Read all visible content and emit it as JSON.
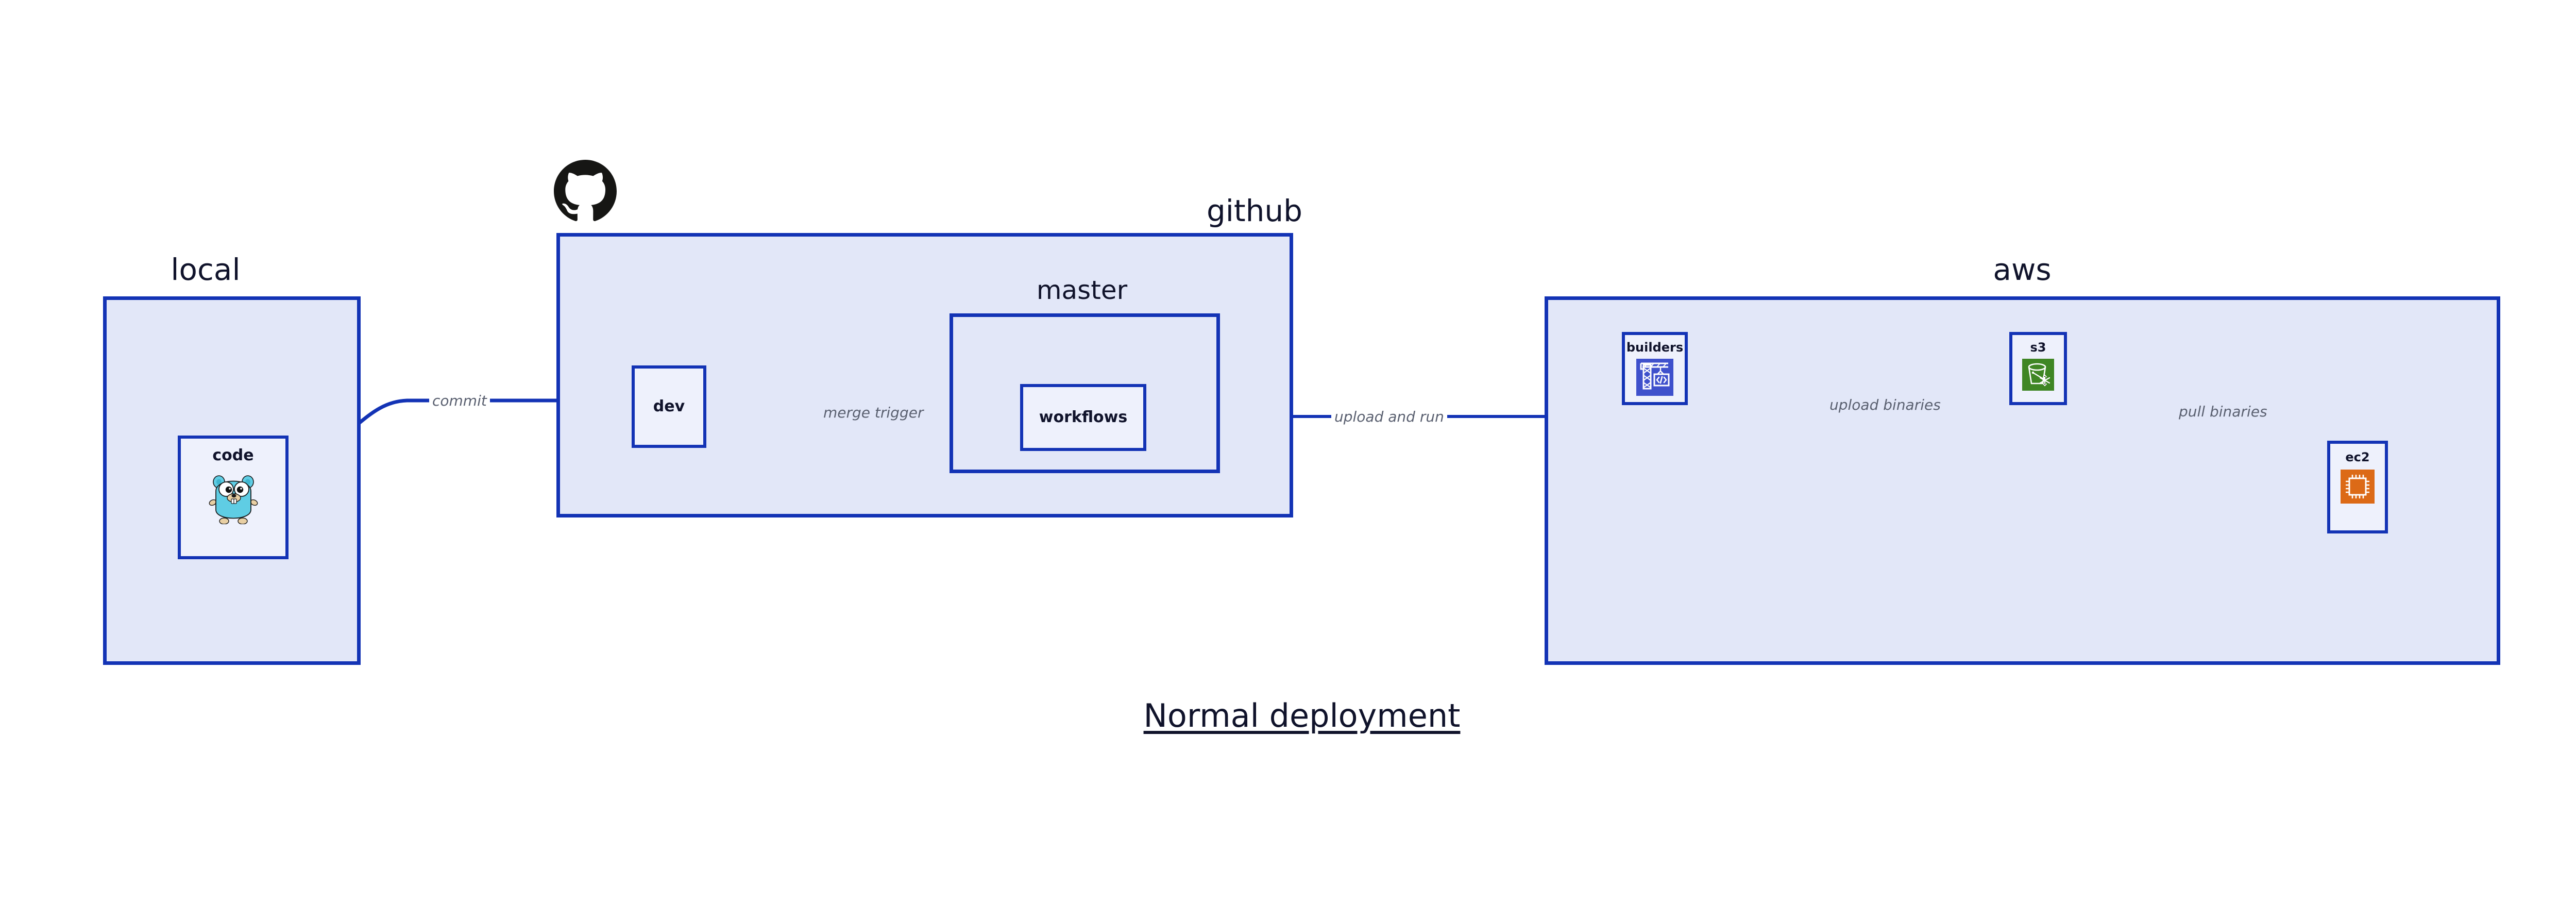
{
  "diagram": {
    "title": "Normal deployment",
    "colors": {
      "group_border": "#1333b5",
      "group_fill": "#e2e7f8",
      "node_border": "#1333b5",
      "node_fill": "#eef1fc",
      "edge_stroke": "#1333b5",
      "edge_label_text": "#5a6070",
      "title_text": "#10132b",
      "builders_icon_bg": "#3f51cc",
      "s3_icon_bg": "#3f8624",
      "ec2_icon_bg": "#dc6a17",
      "gopher_body": "#5fcde4",
      "github_logo": "#161614"
    }
  },
  "groups": [
    {
      "id": "local",
      "label": "local"
    },
    {
      "id": "github",
      "label": "github"
    },
    {
      "id": "master",
      "label": "master"
    },
    {
      "id": "aws",
      "label": "aws"
    }
  ],
  "nodes": [
    {
      "id": "code",
      "label": "code",
      "icon": "go-gopher-icon"
    },
    {
      "id": "dev",
      "label": "dev",
      "icon": null
    },
    {
      "id": "workflows",
      "label": "workflows",
      "icon": null
    },
    {
      "id": "builders",
      "label": "builders",
      "icon": "aws-crane-builders-icon"
    },
    {
      "id": "s3",
      "label": "s3",
      "icon": "aws-s3-bucket-icon"
    },
    {
      "id": "ec2",
      "label": "ec2",
      "icon": "aws-ec2-chip-icon"
    }
  ],
  "edges": [
    {
      "id": "code-dev",
      "from": "code",
      "to": "dev",
      "label": "commit"
    },
    {
      "id": "dev-workflows",
      "from": "dev",
      "to": "workflows",
      "label": "merge trigger"
    },
    {
      "id": "workflows-build",
      "from": "workflows",
      "to": "builders",
      "label": "upload and run"
    },
    {
      "id": "builders-s3",
      "from": "builders",
      "to": "s3",
      "label": "upload binaries"
    },
    {
      "id": "s3-ec2",
      "from": "s3",
      "to": "ec2",
      "label": "pull binaries"
    }
  ],
  "logos": [
    {
      "id": "github-logo",
      "name": "github-octocat-icon"
    }
  ]
}
